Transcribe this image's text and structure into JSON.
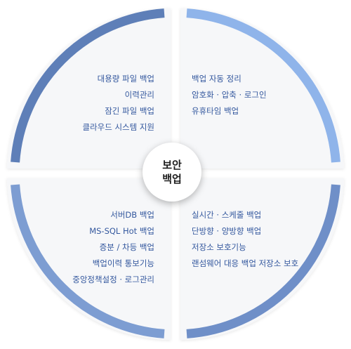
{
  "center": {
    "line1": "보안",
    "line2": "백업"
  },
  "quadrants": {
    "top_left": {
      "color": "#5e7fb8",
      "items": [
        "대용량 파일 백업",
        "이력관리",
        "잠긴 파일 백업",
        "클라우드 시스템 지원"
      ]
    },
    "top_right": {
      "color": "#8fb4ea",
      "items": [
        "백업 자동 정리",
        "암호화 · 압축 · 로그인",
        "유휴타임 백업"
      ]
    },
    "bottom_left": {
      "color": "#7d9dd2",
      "items": [
        "서버DB 백업",
        "MS-SQL Hot 백업",
        "증분 / 차등 백업",
        "백업이력 통보기능",
        "중앙정책설정 · 로그관리"
      ]
    },
    "bottom_right": {
      "color": "#6f8fc8",
      "items": [
        "실시간 · 스케줄 백업",
        "단방향 · 양방향 백업",
        "저장소 보호기능",
        "랜섬웨어 대응 백업 저장소 보호"
      ]
    }
  }
}
